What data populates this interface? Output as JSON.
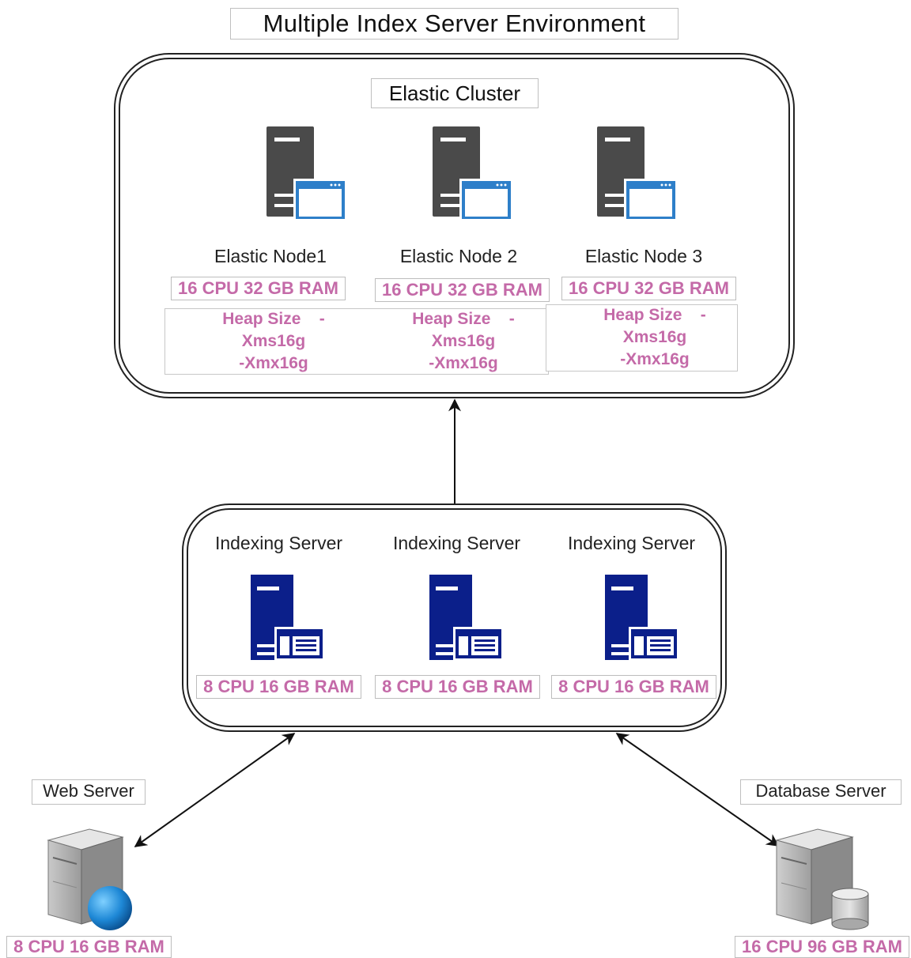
{
  "title": "Multiple Index Server Environment",
  "cluster": {
    "title": "Elastic Cluster",
    "nodes": [
      {
        "label": "Elastic Node1",
        "spec": "16 CPU 32 GB RAM",
        "heap": [
          "Heap Size    -",
          "Xms16g",
          "-Xmx16g"
        ]
      },
      {
        "label": "Elastic Node 2",
        "spec": "16 CPU 32 GB RAM",
        "heap": [
          "Heap Size    -",
          "Xms16g",
          "-Xmx16g"
        ]
      },
      {
        "label": "Elastic Node 3",
        "spec": "16 CPU 32 GB RAM",
        "heap": [
          "Heap Size    -",
          "Xms16g",
          "-Xmx16g"
        ]
      }
    ]
  },
  "indexing": {
    "servers": [
      {
        "label": "Indexing Server",
        "spec": "8 CPU 16 GB RAM"
      },
      {
        "label": "Indexing Server",
        "spec": "8 CPU 16 GB RAM"
      },
      {
        "label": "Indexing Server",
        "spec": "8 CPU 16 GB RAM"
      }
    ]
  },
  "web_server": {
    "label": "Web Server",
    "spec": "8 CPU 16 GB RAM"
  },
  "db_server": {
    "label": "Database Server",
    "spec": "16 CPU 96 GB RAM"
  },
  "colors": {
    "spec_text": "#c46aa8",
    "index_server": "#0b1f8a",
    "elastic_server": "#4a4a4a",
    "window_blue": "#2e7fc9"
  },
  "icons": [
    "elastic-server-window-icon",
    "indexing-server-icon",
    "web-server-globe-icon",
    "database-server-icon"
  ]
}
